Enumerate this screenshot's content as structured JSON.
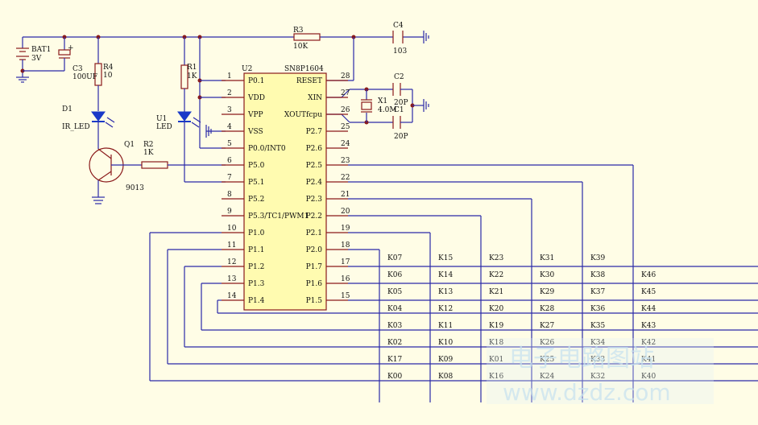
{
  "components": {
    "bat1": {
      "ref": "BAT1",
      "value": "3V"
    },
    "c3": {
      "ref": "C3",
      "value": "100UF"
    },
    "r4": {
      "ref": "R4",
      "value": "10"
    },
    "r1": {
      "ref": "R1",
      "value": "1K"
    },
    "r3": {
      "ref": "R3",
      "value": "10K"
    },
    "c4": {
      "ref": "C4",
      "value": "103"
    },
    "c2": {
      "ref": "C2",
      "value": "20P"
    },
    "c1": {
      "ref": "C1",
      "value": "20P"
    },
    "x1": {
      "ref": "X1",
      "value": "4.0M"
    },
    "d1": {
      "ref": "D1",
      "value": "IR_LED"
    },
    "u1": {
      "ref": "U1",
      "value": "LED"
    },
    "q1": {
      "ref": "Q1",
      "value": "9013"
    },
    "r2": {
      "ref": "R2",
      "value": "1K"
    },
    "u2": {
      "ref": "U2",
      "part": "SN8P1604"
    }
  },
  "pins_left": [
    {
      "num": "1",
      "name": "P0.1"
    },
    {
      "num": "2",
      "name": "VDD"
    },
    {
      "num": "3",
      "name": "VPP"
    },
    {
      "num": "4",
      "name": "VSS"
    },
    {
      "num": "5",
      "name": "P0.0/INT0"
    },
    {
      "num": "6",
      "name": "P5.0"
    },
    {
      "num": "7",
      "name": "P5.1"
    },
    {
      "num": "8",
      "name": "P5.2"
    },
    {
      "num": "9",
      "name": "P5.3/TC1/PWM1"
    },
    {
      "num": "10",
      "name": "P1.0"
    },
    {
      "num": "11",
      "name": "P1.1"
    },
    {
      "num": "12",
      "name": "P1.2"
    },
    {
      "num": "13",
      "name": "P1.3"
    },
    {
      "num": "14",
      "name": "P1.4"
    }
  ],
  "pins_right": [
    {
      "num": "28",
      "name": "RESET"
    },
    {
      "num": "27",
      "name": "XIN"
    },
    {
      "num": "26",
      "name": "XOUTfcpu"
    },
    {
      "num": "25",
      "name": "P2.7"
    },
    {
      "num": "24",
      "name": "P2.6"
    },
    {
      "num": "23",
      "name": "P2.5"
    },
    {
      "num": "22",
      "name": "P2.4"
    },
    {
      "num": "21",
      "name": "P2.3"
    },
    {
      "num": "20",
      "name": "P2.2"
    },
    {
      "num": "19",
      "name": "P2.1"
    },
    {
      "num": "18",
      "name": "P2.0"
    },
    {
      "num": "17",
      "name": "P1.7"
    },
    {
      "num": "16",
      "name": "P1.6"
    },
    {
      "num": "15",
      "name": "P1.5"
    }
  ],
  "key_matrix": [
    [
      "K07",
      "K15",
      "K23",
      "K31",
      "K39",
      ""
    ],
    [
      "K06",
      "K14",
      "K22",
      "K30",
      "K38",
      "K46"
    ],
    [
      "K05",
      "K13",
      "K21",
      "K29",
      "K37",
      "K45"
    ],
    [
      "K04",
      "K12",
      "K20",
      "K28",
      "K36",
      "K44"
    ],
    [
      "K03",
      "K11",
      "K19",
      "K27",
      "K35",
      "K43"
    ],
    [
      "K02",
      "K10",
      "K18",
      "K26",
      "K34",
      "K42"
    ],
    [
      "K17",
      "K09",
      "K01",
      "K25",
      "K33",
      "K41"
    ],
    [
      "K00",
      "K08",
      "K16",
      "K24",
      "K32",
      "K40"
    ]
  ],
  "highlight_keys": [
    "K17",
    "K01"
  ],
  "colors": {
    "wire": "#2a2aa8",
    "component": "#8a1a1a",
    "led": "#1a3ac8",
    "chip_fill": "#fffbb0",
    "background": "#fffde6",
    "highlight_text": "#8a5a10"
  },
  "watermark": {
    "line1": "电子电路图站",
    "line2": "www.dzdz.com"
  }
}
